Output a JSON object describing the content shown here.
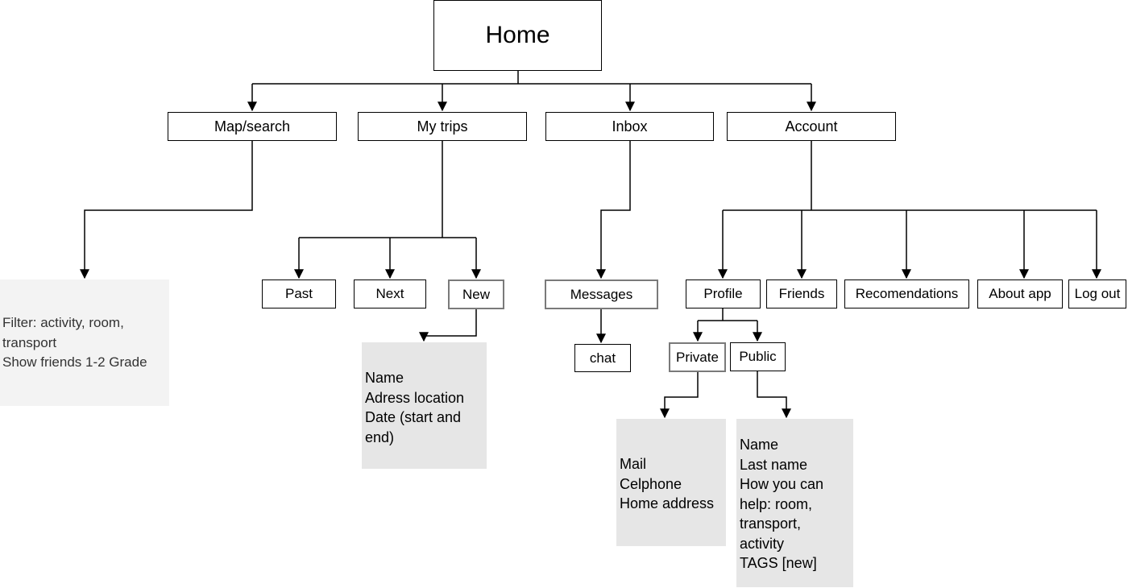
{
  "home": "Home",
  "level1": {
    "map_search": "Map/search",
    "my_trips": "My trips",
    "inbox": "Inbox",
    "account": "Account"
  },
  "trips": {
    "past": "Past",
    "next": "Next",
    "new": "New"
  },
  "inbox_children": {
    "messages": "Messages",
    "chat": "chat"
  },
  "account_children": {
    "profile": "Profile",
    "friends": "Friends",
    "recomendations": "Recomendations",
    "about_app": "About app",
    "log_out": "Log out"
  },
  "profile_children": {
    "private": "Private",
    "public": "Public"
  },
  "notes": {
    "map_filter": [
      "Filter: activity, room,",
      "transport",
      "Show friends 1-2 Grade"
    ],
    "new_trip": [
      "Name",
      "Adress location",
      "Date (start and",
      "end)"
    ],
    "private_fields": [
      "Mail",
      "Celphone",
      "Home address"
    ],
    "public_fields": [
      "Name",
      "Last name",
      "How you can",
      "help: room,",
      "transport,",
      "activity",
      "TAGS [new]"
    ]
  }
}
